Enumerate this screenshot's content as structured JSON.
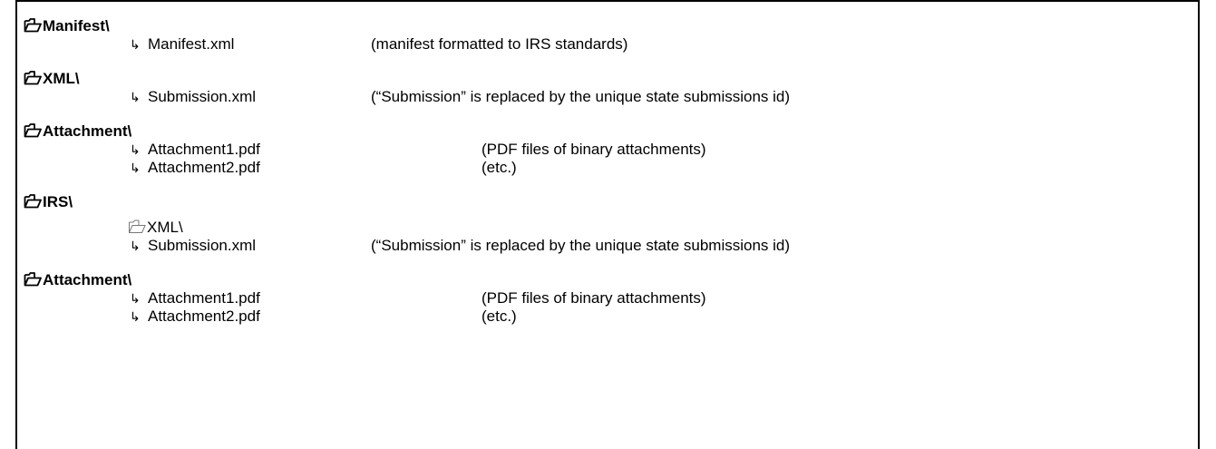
{
  "arrow_glyph": "↳",
  "sections": [
    {
      "folder": "Manifest\\",
      "items": [
        {
          "file": "Manifest.xml",
          "desc": "(manifest formatted to IRS standards)"
        }
      ]
    },
    {
      "folder": "XML\\",
      "items": [
        {
          "file": "Submission.xml",
          "desc": "(“Submission” is replaced by the unique state submissions id)"
        }
      ]
    },
    {
      "folder": "Attachment\\",
      "items": [
        {
          "file": "Attachment1.pdf",
          "desc": "(PDF files of binary attachments)"
        },
        {
          "file": "Attachment2.pdf",
          "desc": "(etc.)"
        }
      ]
    },
    {
      "folder": "IRS\\",
      "subfolder": "XML\\",
      "items": [
        {
          "file": "Submission.xml",
          "desc": "(“Submission” is replaced by the unique state submissions id)"
        }
      ]
    },
    {
      "folder": "Attachment\\",
      "items": [
        {
          "file": "Attachment1.pdf",
          "desc": "(PDF files of binary attachments)"
        },
        {
          "file": "Attachment2.pdf",
          "desc": "(etc.)"
        }
      ]
    }
  ]
}
